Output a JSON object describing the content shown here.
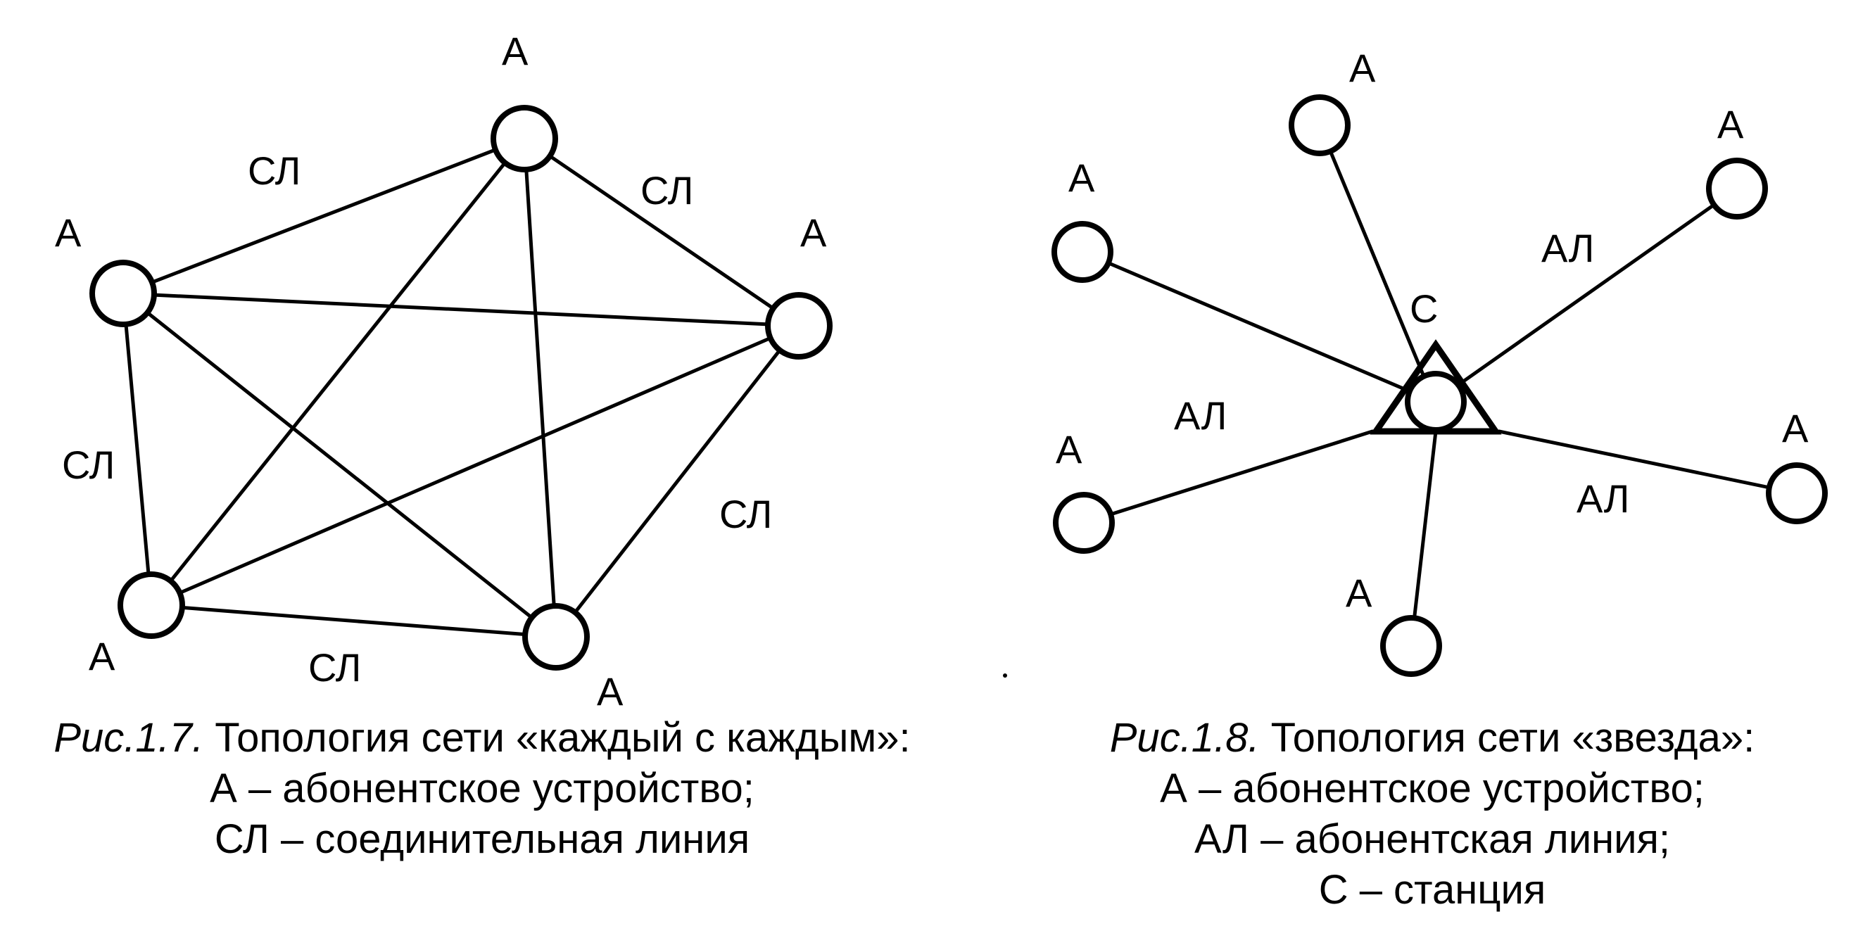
{
  "left_diagram": {
    "node_labels": [
      "А",
      "А",
      "А",
      "А",
      "А"
    ],
    "edge_labels": [
      "СЛ",
      "СЛ",
      "СЛ",
      "СЛ",
      "СЛ"
    ],
    "caption": {
      "fig_number": "Рис.1.7.",
      "title": " Топология сети «каждый с каждым»:",
      "lines": [
        "А – абонентское устройство;",
        "СЛ – соединительная линия"
      ]
    }
  },
  "right_diagram": {
    "center_label": "С",
    "node_labels": [
      "А",
      "А",
      "А",
      "А",
      "А",
      "А"
    ],
    "edge_labels": [
      "АЛ",
      "АЛ",
      "АЛ"
    ],
    "caption": {
      "fig_number": "Рис.1.8.",
      "title": " Топология сети «звезда»:",
      "lines": [
        "А – абонентское устройство;",
        "АЛ – абонентская линия;",
        "С – станция"
      ]
    }
  }
}
